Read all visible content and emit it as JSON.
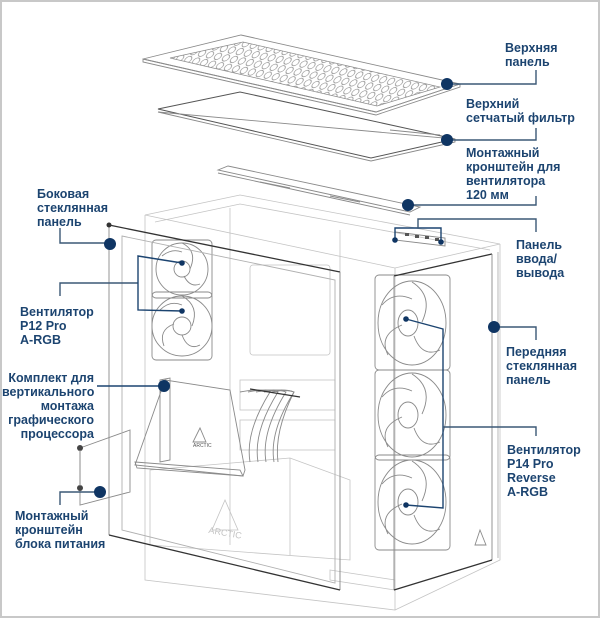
{
  "figure": {
    "subject": "ARCTIC PC case exploded view",
    "brand_marks": [
      "ARCTIC",
      "ARCTIC",
      "ARCTIC"
    ],
    "accent_color": "#1c4470",
    "dot_color": "#0f3563",
    "border_color": "#c8c8c8"
  },
  "callouts": {
    "top_panel": "Верхняя\nпанель",
    "top_mesh_filter": "Верхний\nсетчатый фильтр",
    "fan_bracket_120": "Монтажный\nкронштейн для\nвентилятора\n120 мм",
    "io_panel": "Панель\nввода/\nвывода",
    "front_glass_panel": "Передняя\nстеклянная\nпанель",
    "fan_p14": "Вентилятор\nP14 Pro\nReverse\nA-RGB",
    "side_glass_panel": "Боковая\nстеклянная\nпанель",
    "fan_p12": "Вентилятор\nP12 Pro\nA-RGB",
    "vertical_gpu_kit": "Комплект для\nвертикального\nмонтажа\nграфического\nпроцессора",
    "psu_bracket": "Монтажный\nкронштейн\nблока питания"
  }
}
